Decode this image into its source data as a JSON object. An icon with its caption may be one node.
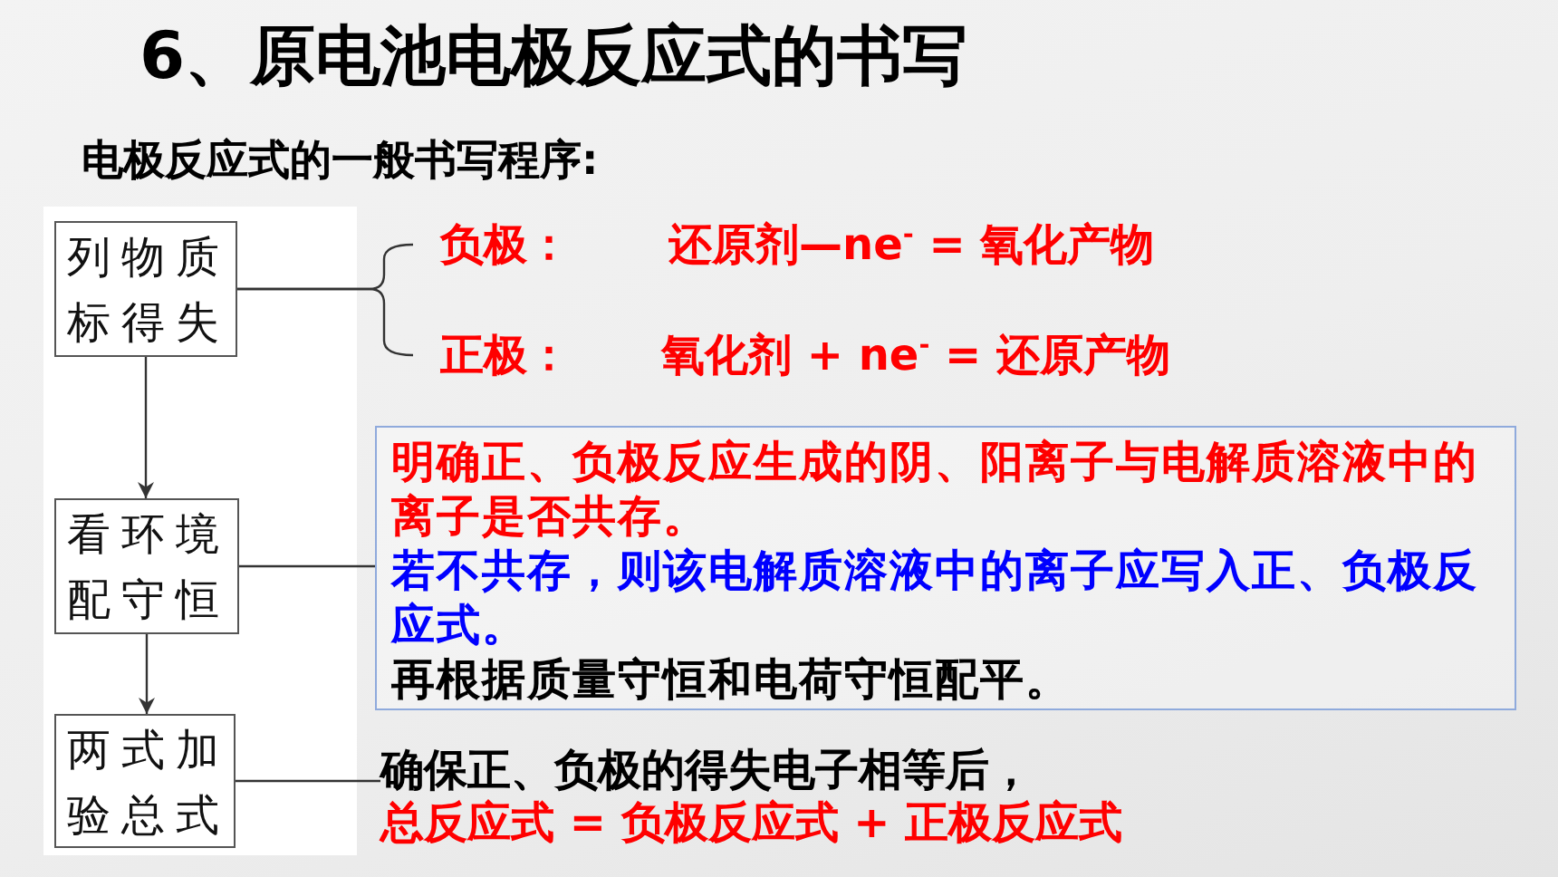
{
  "diagram": {
    "title": "6、原电池电极反应式的书写",
    "nodes": [
      {
        "text": [
          "列物质标得失"
        ]
      },
      {
        "text": [
          "负极：",
          "还原剂—ne$^{-}$ = 氧化产物"
        ]
      },
      {
        "text": [
          "正极：",
          "氧化剂 + ne$^{-}$ = 还原产物"
        ]
      },
      {
        "text": [
          "看环境配守恒"
        ]
      },
      {
        "text": [
          "明确正、负极反应生成的阴、阳离子与电解质溶液中的离子是否共存。",
          "若不共存，则该电解质溶液中的离子应写入正、负极反应式。",
          "再根据质量守恒和电荷守恒配平。"
        ]
      },
      {
        "text": [
          "两式加验总式"
        ]
      },
      {
        "text": [
          "确保正、负极的得失电子相等后，",
          "总反应式 = 负极反应式 + 正极反应式"
        ]
      }
    ],
    "edges": [
      {
        "from": 0,
        "to": 1,
        "arrow": "none"
      },
      {
        "from": 0,
        "to": 2,
        "arrow": "none"
      },
      {
        "from": 0,
        "to": 3,
        "arrow": "to"
      },
      {
        "from": 3,
        "to": 4,
        "arrow": "none"
      },
      {
        "from": 3,
        "to": 5,
        "arrow": "to"
      },
      {
        "from": 5,
        "to": 6,
        "arrow": "none"
      }
    ],
    "labels": [
      "电极反应式的一般书写程序:"
    ]
  }
}
